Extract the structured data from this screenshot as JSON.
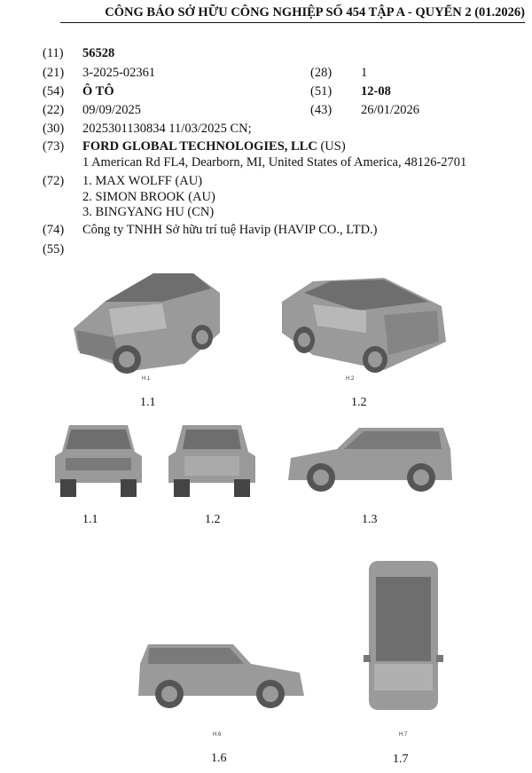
{
  "header": {
    "title": "CÔNG BÁO SỞ HỮU CÔNG NGHIỆP SỐ 454 TẬP A - QUYỂN 2 (01.2026)"
  },
  "fields": {
    "f11": {
      "code": "(11)",
      "value": "56528"
    },
    "f21": {
      "code": "(21)",
      "value": "3-2025-02361"
    },
    "f28": {
      "code": "(28)",
      "value": "1"
    },
    "f54": {
      "code": "(54)",
      "value": "Ô TÔ"
    },
    "f51": {
      "code": "(51)",
      "value": "12-08"
    },
    "f22": {
      "code": "(22)",
      "value": "09/09/2025"
    },
    "f43": {
      "code": "(43)",
      "value": "26/01/2026"
    },
    "f30": {
      "code": "(30)",
      "value": "2025301130834 11/03/2025 CN;"
    },
    "f73": {
      "code": "(73)",
      "name": "FORD GLOBAL TECHNOLOGIES, LLC",
      "country": " (US)",
      "address": "1 American Rd FL4, Dearborn, MI, United States of America, 48126-2701"
    },
    "f72": {
      "code": "(72)",
      "inventors": [
        "1. MAX WOLFF (AU)",
        "2. SIMON BROOK (AU)",
        "3. BINGYANG HU (CN)"
      ]
    },
    "f74": {
      "code": "(74)",
      "value": "Công ty TNHH Sở hữu trí tuệ Havip (HAVIP CO., LTD.)"
    },
    "f55": {
      "code": "(55)"
    }
  },
  "figures": [
    {
      "label": "H.1",
      "caption": "1.1"
    },
    {
      "label": "H.2",
      "caption": "1.2"
    },
    {
      "label": "",
      "caption": "1.1"
    },
    {
      "label": "",
      "caption": "1.2"
    },
    {
      "label": "",
      "caption": "1.3"
    },
    {
      "label": "H.6",
      "caption": "1.6"
    },
    {
      "label": "H.7",
      "caption": "1.7"
    }
  ]
}
